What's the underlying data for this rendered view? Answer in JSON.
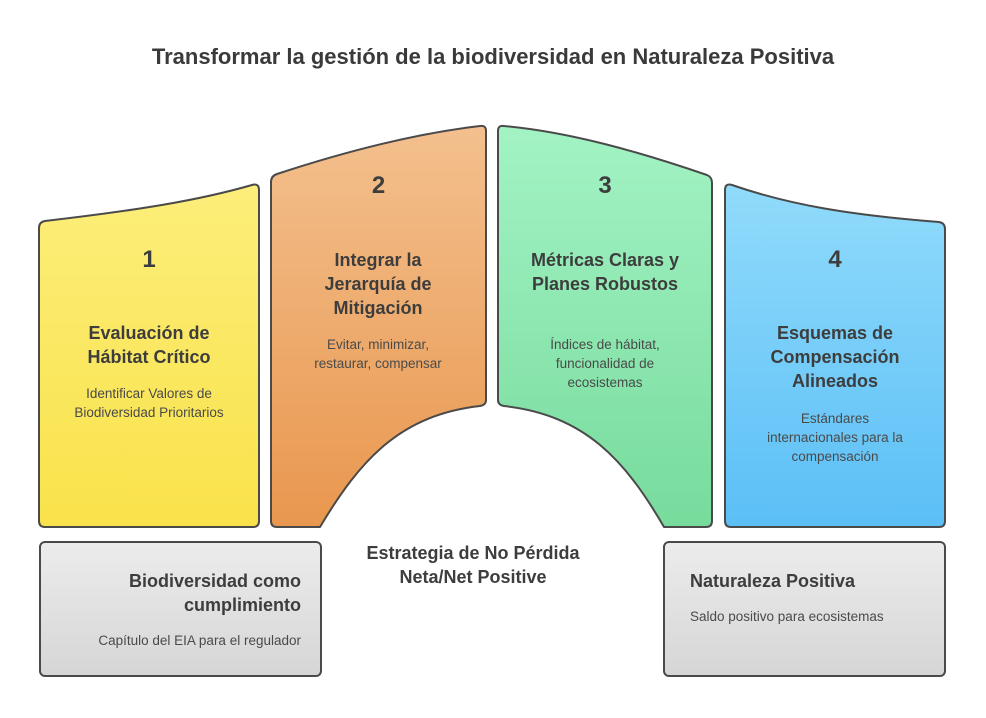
{
  "title": "Transformar la gestión de la biodiversidad en Naturaleza Positiva",
  "steps": [
    {
      "number": "1",
      "heading": "Evaluación de Hábitat Crítico",
      "description": "Identificar Valores de Biodiversidad Prioritarios",
      "color": "#fbe85a"
    },
    {
      "number": "2",
      "heading": "Integrar la Jerarquía de Mitigación",
      "description": "Evitar, minimizar, restaurar, compensar",
      "color": "#eea262"
    },
    {
      "number": "3",
      "heading": "Métricas Claras y Planes Robustos",
      "description": "Índices de hábitat, funcionalidad de ecosistemas",
      "color": "#8ee6ad"
    },
    {
      "number": "4",
      "heading": "Esquemas de Compensación Alineados",
      "description": "Estándares internacionales para la compensación",
      "color": "#6cc9f7"
    }
  ],
  "start": {
    "heading": "Biodiversidad como cumplimiento",
    "description": "Capítulo del EIA para el regulador"
  },
  "middle": {
    "label": "Estrategia de No Pérdida Neta/Net Positive"
  },
  "end": {
    "heading": "Naturaleza Positiva",
    "description": "Saldo positivo para ecosistemas"
  }
}
